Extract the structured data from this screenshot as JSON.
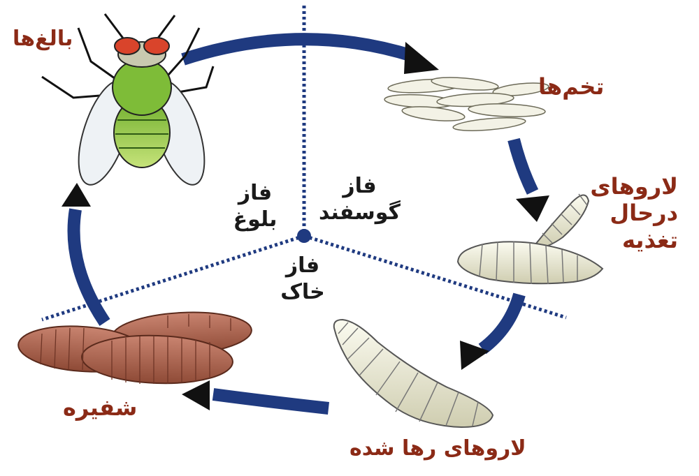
{
  "stages": {
    "adults": "بالغ‌ها",
    "eggs": "تخم‌ها",
    "feeding_larvae": [
      "لاروهای",
      "درحال",
      "تغذیه"
    ],
    "released_larvae": "لاروهای رها شده",
    "pupae": "شفیره"
  },
  "phases": {
    "sheep": [
      "فاز",
      "گوسفند"
    ],
    "maturation": [
      "فاز",
      "بلوغ"
    ],
    "soil": [
      "فاز",
      "خاک"
    ]
  },
  "colors": {
    "cycle_arrow": "#1f3a80",
    "stage_label": "#8b2a16",
    "phase_label": "#1a1a1a",
    "pupa": "#b56a55",
    "larva": "#ecebd6",
    "fly_body": "#8bc43a",
    "fly_eye": "#d9442b"
  },
  "icons": [
    "fly-icon",
    "eggs-icon",
    "larva-icon",
    "pupa-icon"
  ]
}
